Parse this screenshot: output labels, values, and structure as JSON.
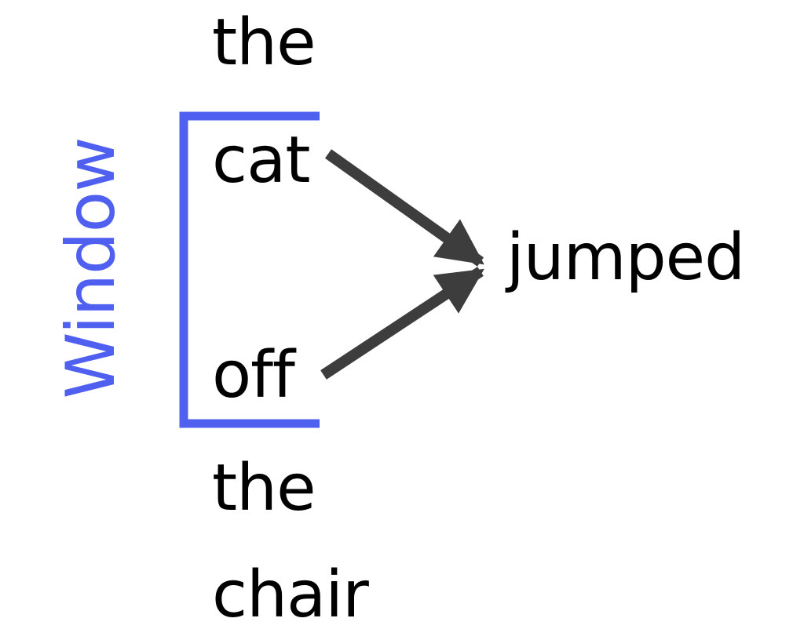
{
  "diagram": {
    "window_label": "Window",
    "context_words": [
      "the",
      "cat",
      "off",
      "the",
      "chair"
    ],
    "target_word": "jumped",
    "colors": {
      "window": "#4f5ff0",
      "arrow": "#3d3d3d",
      "text": "#000000"
    }
  }
}
